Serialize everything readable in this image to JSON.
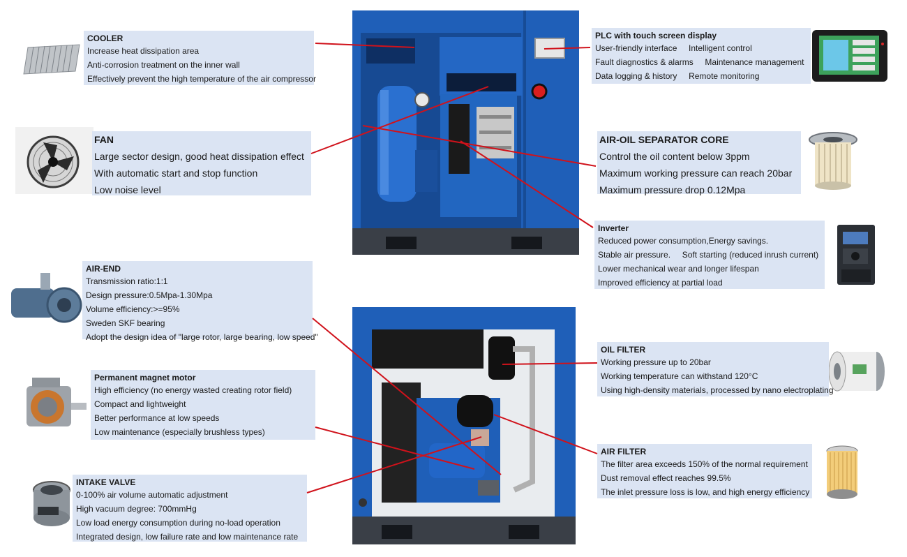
{
  "callouts": {
    "cooler": {
      "title": "COOLER",
      "lines": [
        "Increase heat dissipation area",
        "Anti-corrosion treatment on the inner wall",
        "Effectively prevent the high temperature of the air compressor"
      ]
    },
    "fan": {
      "title": "FAN",
      "lines": [
        "Large sector design, good heat dissipation effect",
        "With automatic start and stop function",
        "Low noise level"
      ]
    },
    "air_end": {
      "title": "AIR-END",
      "lines": [
        "Transmission ratio:1:1",
        "Design pressure:0.5Mpa-1.30Mpa",
        "Volume efficiency:>=95%",
        "Sweden SKF bearing",
        "Adopt the design idea of \"large rotor, large bearing, low speed\""
      ]
    },
    "motor": {
      "title": "Permanent magnet motor",
      "lines": [
        "High efficiency (no energy wasted creating rotor field)",
        "Compact and lightweight",
        "Better performance at low speeds",
        "Low maintenance (especially brushless types)"
      ]
    },
    "intake_valve": {
      "title": "INTAKE VALVE",
      "lines": [
        "0-100% air volume automatic adjustment",
        "High vacuum degree: 700mmHg",
        "Low load energy consumption during no-load operation",
        "Integrated design, low failure rate and low maintenance rate"
      ]
    },
    "plc": {
      "title": "PLC with touch screen display",
      "lines": [
        "User-friendly interface     Intelligent control",
        "Fault diagnostics & alarms     Maintenance management",
        "Data logging & history     Remote monitoring"
      ]
    },
    "separator": {
      "title": "AIR-OIL SEPARATOR CORE",
      "lines": [
        "Control the oil content below 3ppm",
        "Maximum working pressure can reach 20bar",
        "Maximum pressure drop 0.12Mpa"
      ]
    },
    "inverter": {
      "title": "Inverter",
      "lines": [
        "Reduced power consumption,Energy savings.",
        "Stable air pressure.     Soft starting (reduced inrush current)",
        "Lower mechanical wear and longer lifespan",
        "Improved efficiency at partial load"
      ]
    },
    "oil_filter": {
      "title": "OIL FILTER",
      "lines": [
        "Working pressure up to 20bar",
        "Working temperature can withstand 120°C",
        "Using high-density materials, processed by nano electroplating"
      ]
    },
    "air_filter": {
      "title": "AIR FILTER",
      "lines": [
        "The filter area exceeds 150% of the normal requirement",
        "Dust removal effect reaches 99.5%",
        "The inlet pressure loss is low, and high energy efficiency"
      ]
    }
  },
  "colors": {
    "callout_bg": "#dbe4f3",
    "leader_line": "#d0121b",
    "machine_blue": "#1f5fb8",
    "machine_dark": "#2b3038"
  }
}
